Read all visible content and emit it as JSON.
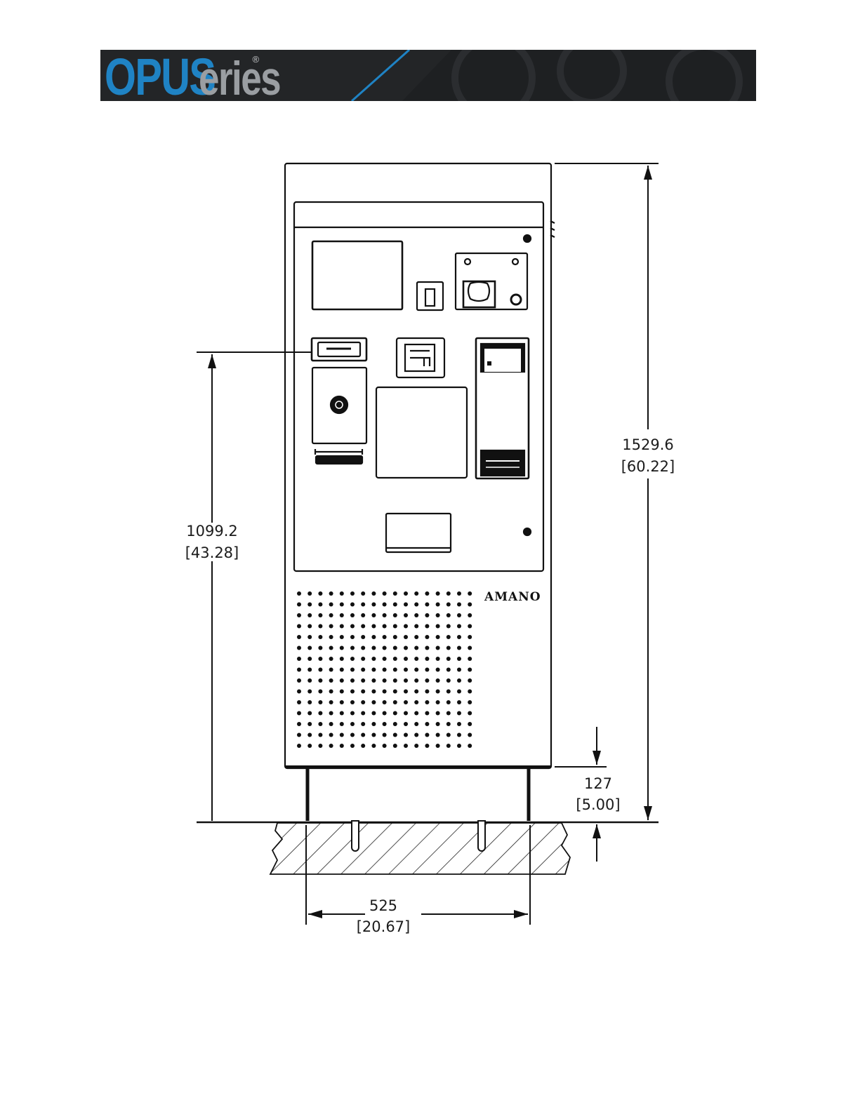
{
  "header": {
    "brand_main": "OPU",
    "brand_s": "S",
    "brand_rest": "eries",
    "registered_mark": "®",
    "brand_colors": {
      "opus": "#1f83c4",
      "series": "#9a9ea2",
      "banner": "#232527"
    }
  },
  "drawing": {
    "manufacturer_mark": "AMANO",
    "dimensions": {
      "overall_height": {
        "mm": "1529.6",
        "inch": "[60.22]"
      },
      "reader_height": {
        "mm": "1099.2",
        "inch": "[43.28]"
      },
      "base_height": {
        "mm": "127",
        "inch": "[5.00]"
      },
      "base_width": {
        "mm": "525",
        "inch": "[20.67]"
      }
    }
  }
}
